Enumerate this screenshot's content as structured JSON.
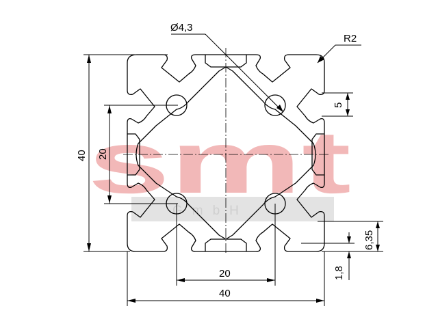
{
  "watermark": {
    "main_text": "smt",
    "sub_text": "GmbH",
    "main_color": "#f2b8b8",
    "band_color": "#e3e3e3"
  },
  "dimensions": {
    "overall_height": "40",
    "hole_spacing_vertical": "20",
    "hole_spacing_horizontal": "20",
    "overall_width": "40",
    "hole_diameter": "Ø4,3",
    "corner_radius": "R2",
    "slot_width": "5",
    "slot_depth": "6,35",
    "wall_thickness": "1,8"
  },
  "colors": {
    "line": "#000000",
    "background": "#ffffff"
  }
}
